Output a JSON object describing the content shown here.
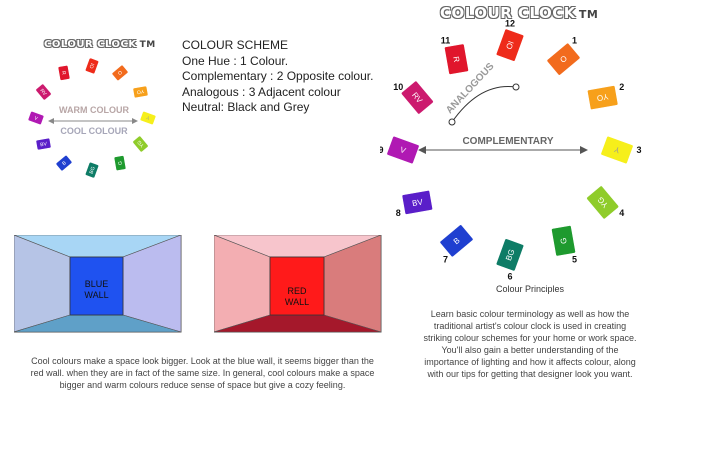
{
  "small_clock": {
    "title": "COLOUR CLOCK",
    "tm": "TM",
    "warm_label": "WARM COLOUR",
    "cool_label": "COOL COLOUR",
    "tiles": [
      {
        "code": "IO",
        "color": "#ee2b1a"
      },
      {
        "code": "O",
        "color": "#f26b1d"
      },
      {
        "code": "YO",
        "color": "#f7a01b"
      },
      {
        "code": "Y",
        "color": "#f6ef1b"
      },
      {
        "code": "YG",
        "color": "#8fcc2a"
      },
      {
        "code": "G",
        "color": "#1e9a2e"
      },
      {
        "code": "BG",
        "color": "#0e7c66"
      },
      {
        "code": "B",
        "color": "#1f3fd0"
      },
      {
        "code": "BV",
        "color": "#5a1ec9"
      },
      {
        "code": "V",
        "color": "#b019b3"
      },
      {
        "code": "RV",
        "color": "#cc1a6e"
      },
      {
        "code": "R",
        "color": "#e0162c"
      }
    ]
  },
  "scheme": {
    "heading": "COLOUR SCHEME",
    "lines": [
      "One Hue : 1 Colour.",
      "Complementary : 2 Opposite colour.",
      "Analogous : 3 Adjacent colour",
      "Neutral: Black and Grey"
    ]
  },
  "big_clock": {
    "title": "COLOUR CLOCK",
    "tm": "TM",
    "analogous_label": "ANALOGOUS",
    "complementary_label": "COMPLEMENTARY",
    "caption": "Colour Principles",
    "tiles": [
      {
        "num": "12",
        "code": "IO",
        "color": "#ee2b1a"
      },
      {
        "num": "1",
        "code": "O",
        "color": "#f26b1d"
      },
      {
        "num": "2",
        "code": "YO",
        "color": "#f7a01b"
      },
      {
        "num": "3",
        "code": "Y",
        "color": "#f6ef1b"
      },
      {
        "num": "4",
        "code": "YG",
        "color": "#8fcc2a"
      },
      {
        "num": "5",
        "code": "G",
        "color": "#1e9a2e"
      },
      {
        "num": "6",
        "code": "BG",
        "color": "#0e7c66"
      },
      {
        "num": "7",
        "code": "B",
        "color": "#1f3fd0"
      },
      {
        "num": "8",
        "code": "BV",
        "color": "#5a1ec9"
      },
      {
        "num": "9",
        "code": "V",
        "color": "#b019b3"
      },
      {
        "num": "10",
        "code": "RV",
        "color": "#cc1a6e"
      },
      {
        "num": "11",
        "code": "R",
        "color": "#e0162c"
      }
    ]
  },
  "rooms": {
    "blue": {
      "label_line1": "BLUE",
      "label_line2": "WALL"
    },
    "red": {
      "label_line1": "RED",
      "label_line2": "WALL"
    }
  },
  "left_caption": [
    "Cool colours make a space look bigger. Look at the blue wall, it seems bigger than the",
    "red wall. when they are in fact of the same size.  In general, cool colours make a space",
    "bigger and warm colours reduce sense of space but give a cozy feeling."
  ],
  "right_caption": [
    "Learn basic colour terminology as well as how the",
    "traditional artist's colour clock is used in creating",
    "striking colour schemes for your home or work space.",
    "You'll also gain a better understanding of the",
    "importance of lighting and how it affects colour, along",
    "with our tips for getting that designer look you want."
  ]
}
